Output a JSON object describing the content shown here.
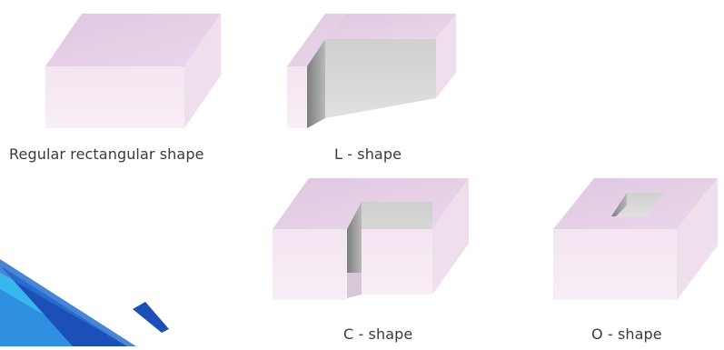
{
  "shapes": [
    {
      "id": "rectangular",
      "caption": "Regular rectangular shape"
    },
    {
      "id": "l",
      "caption": "L - shape"
    },
    {
      "id": "c",
      "caption": "C - shape"
    },
    {
      "id": "o",
      "caption": "O - shape"
    }
  ],
  "colors": {
    "top_face": "#e6d0e6",
    "front_face": "#f6eaf4",
    "side_face": "#efdfec",
    "inner_shadow": "#8e8e8e",
    "inner_light": "#cfcfcf",
    "caption_text": "#3a3a3a",
    "accent_dark_blue": "#1d4fb8",
    "accent_mid_blue": "#2f8fe0",
    "accent_light_blue": "#38b7ef"
  }
}
